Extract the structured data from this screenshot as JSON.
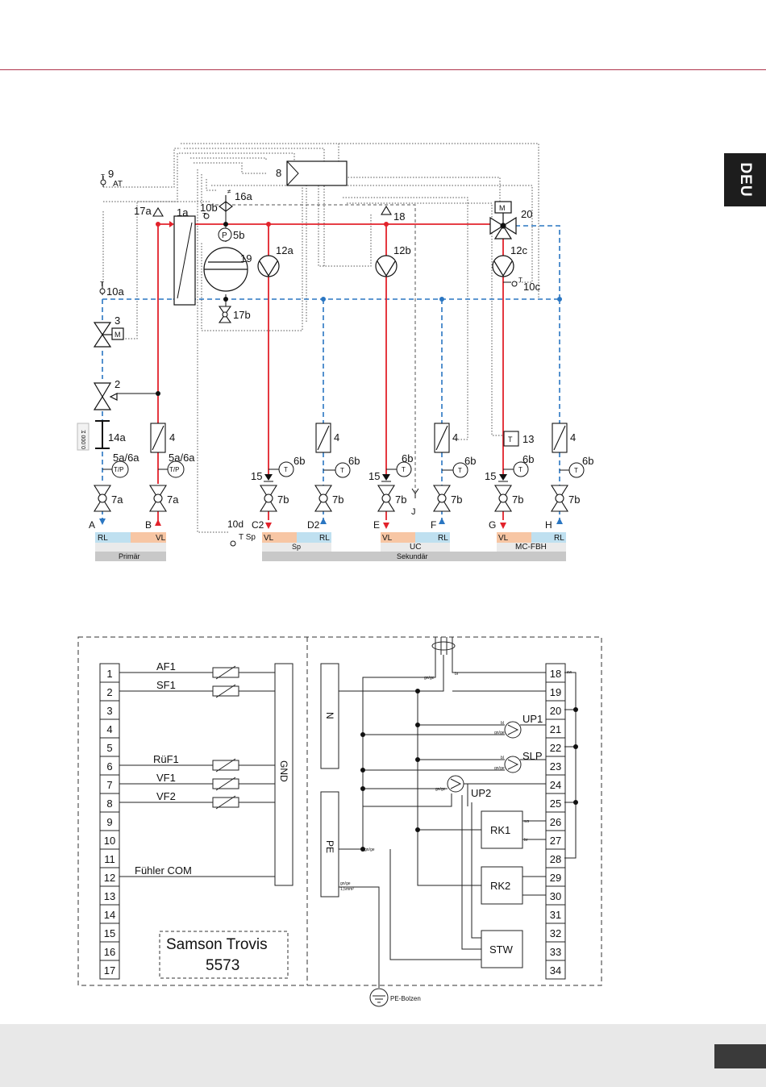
{
  "language_tab": "DEU",
  "colors": {
    "supply": "#e2222b",
    "return": "#2a76c2",
    "rule": "#b0354d",
    "vl_band": "#f7c6a4",
    "rl_band": "#bfe0f0",
    "group_band": "#c8c8c8"
  },
  "hydraulic": {
    "labels": {
      "l9": "9",
      "at": "AT",
      "l8": "8",
      "l1a": "1a",
      "l17a": "17a",
      "l10b": "10b",
      "l16a": "16a",
      "l5b": "5b",
      "l18": "18",
      "l20": "20",
      "l19": "19",
      "l12a": "12a",
      "l12b": "12b",
      "l12c": "12c",
      "l10a": "10a",
      "l10c": "10c",
      "l17b": "17b",
      "l3": "3",
      "l2": "2",
      "l14a": "14a",
      "l4a": "4",
      "l4b": "4",
      "l4c": "4",
      "l4d": "4",
      "l13": "13",
      "l5a6a_1": "5a/6a",
      "l5a6a_2": "5a/6a",
      "l6b_1": "6b",
      "l6b_2": "6b",
      "l6b_3": "6b",
      "l6b_4": "6b",
      "l6b_5": "6b",
      "l6b_6": "6b",
      "l15_1": "15",
      "l15_2": "15",
      "l15_3": "15",
      "l7a_1": "7a",
      "l7a_2": "7a",
      "l7b_1": "7b",
      "l7b_2": "7b",
      "l7b_3": "7b",
      "l7b_4": "7b",
      "l7b_5": "7b",
      "l7b_6": "7b",
      "pA": "A",
      "pB": "B",
      "pC2": "C2",
      "pD2": "D2",
      "pE": "E",
      "pF": "F",
      "pG": "G",
      "pH": "H",
      "pJ": "J",
      "l10d": "10d",
      "tsp": "T Sp",
      "sym_M": "M",
      "sym_P": "P",
      "sym_T": "T",
      "sym_TP": "T/P",
      "sym_T_small": "T",
      "meter": "0.000 Σ"
    },
    "bands": {
      "rl": "RL",
      "vl": "VL",
      "primaer": "Primär",
      "sp": "Sp",
      "uc": "UC",
      "mcfbh": "MC-FBH",
      "sekundaer": "Sekundär"
    }
  },
  "wiring": {
    "left_terminals": [
      "1",
      "2",
      "3",
      "4",
      "5",
      "6",
      "7",
      "8",
      "9",
      "10",
      "11",
      "12",
      "13",
      "14",
      "15",
      "16",
      "17"
    ],
    "right_terminals": [
      "18",
      "19",
      "20",
      "21",
      "22",
      "23",
      "24",
      "25",
      "26",
      "27",
      "28",
      "29",
      "30",
      "31",
      "32",
      "33",
      "34"
    ],
    "sensors": {
      "af1": "AF1",
      "sf1": "SF1",
      "ruf1": "RüF1",
      "vf1": "VF1",
      "vf2": "VF2",
      "fuehler_com": "Fühler COM"
    },
    "gnd": "GND",
    "n_bar": "N",
    "pe_bar": "PE",
    "pumps": {
      "up1": "UP1",
      "slp": "SLP",
      "up2": "UP2"
    },
    "boxes": {
      "rk1": "RK1",
      "rk2": "RK2",
      "stw": "STW"
    },
    "controller_line1": "Samson Trovis",
    "controller_line2": "5573",
    "pe_bolt": "PE-Bolzen",
    "wire_small": {
      "gnge": "gn/ge",
      "bl": "bl",
      "br": "br",
      "sw": "sw",
      "ws": "ws",
      "section": "1,5mm²"
    }
  }
}
